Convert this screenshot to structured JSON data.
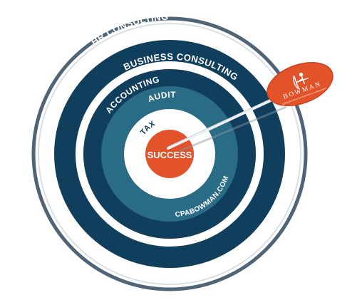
{
  "target": {
    "rings": {
      "outer": "HR CONSULTING",
      "second": "BUSINESS CONSULTING",
      "third": "ACCOUNTING",
      "fourth": "AUDIT",
      "fifth": "TAX"
    },
    "bullseye": "SUCCESS",
    "website": "CPABOWMAN.COM"
  },
  "logo": {
    "wordmark": "BOWMAN",
    "tagline": "CERTIFIED PUBLIC ACCOUNTANTS & CONSULTANTS"
  },
  "colors": {
    "navy": "#103f5e",
    "teal": "#2a6b85",
    "frame": "#d9dfe4",
    "rim": "#4f6577",
    "orange": "#e3532a"
  }
}
